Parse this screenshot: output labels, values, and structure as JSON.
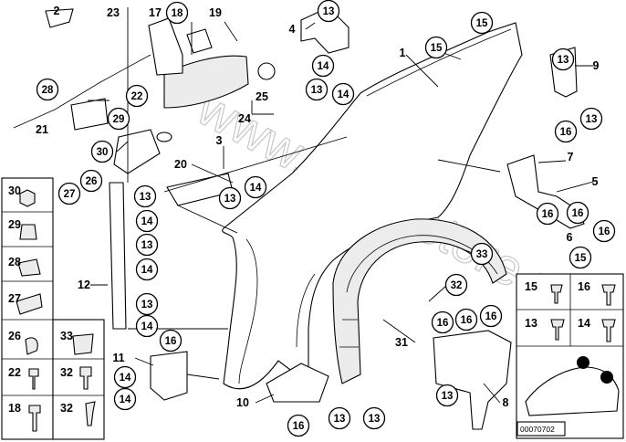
{
  "watermark": "www.BMWstore.ru",
  "diagram_code": "00070702",
  "part_numbers": {
    "p1": "1",
    "p2": "2",
    "p3": "3",
    "p4": "4",
    "p5": "5",
    "p6": "6",
    "p7": "7",
    "p8": "8",
    "p9": "9",
    "p10": "10",
    "p11": "11",
    "p12": "12",
    "p13": "13",
    "p14": "14",
    "p15": "15",
    "p16": "16",
    "p17": "17",
    "p18": "18",
    "p19": "19",
    "p20": "20",
    "p21": "21",
    "p22": "22",
    "p23": "23",
    "p24": "24",
    "p25": "25",
    "p26": "26",
    "p27": "27",
    "p28": "28",
    "p29": "29",
    "p30": "30",
    "p31": "31",
    "p32": "32",
    "p33": "33"
  }
}
